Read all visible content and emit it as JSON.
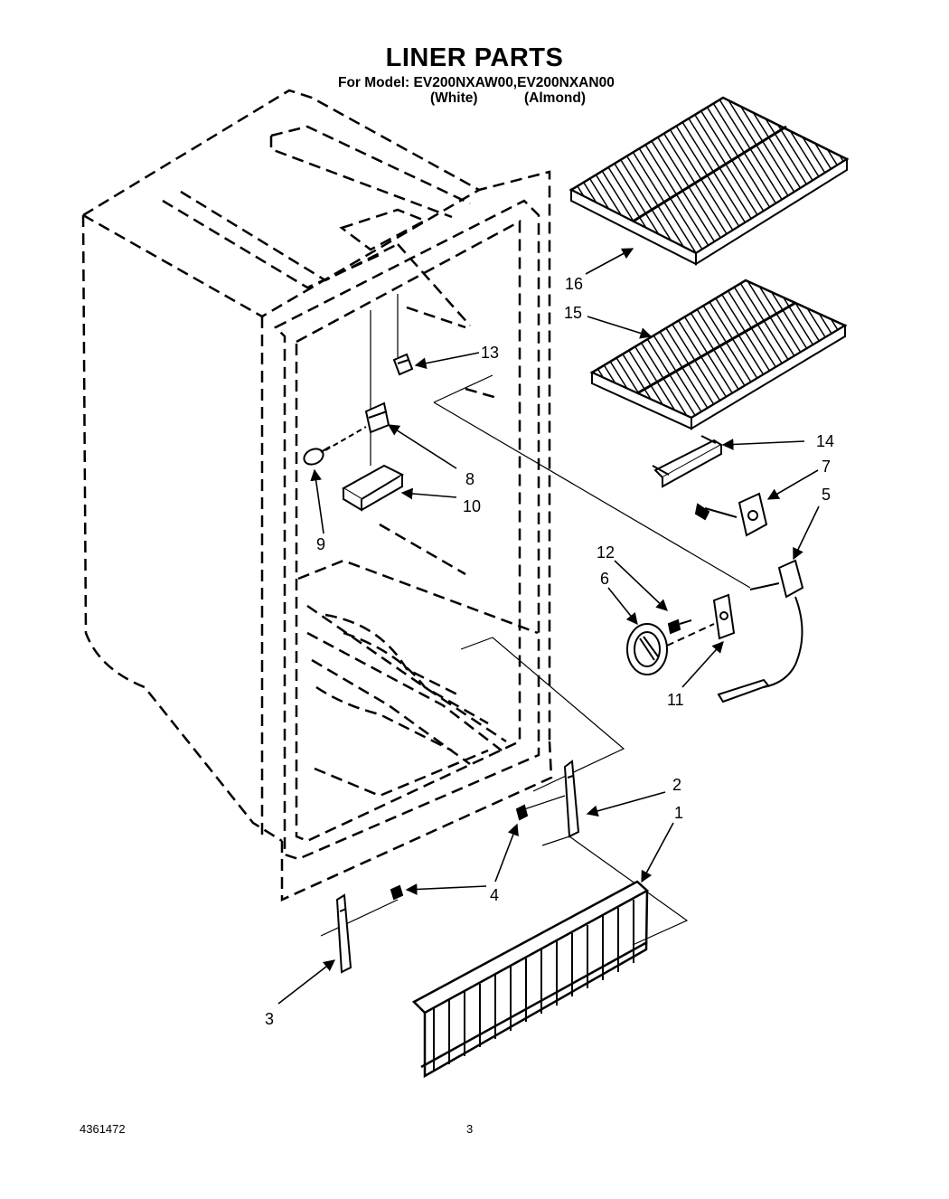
{
  "header": {
    "title": "LINER PARTS",
    "model_prefix": "For Model:",
    "models": "EV200NXAW00,EV200NXAN00",
    "variant_white": "(White)",
    "variant_almond": "(Almond)"
  },
  "callouts": [
    "1",
    "2",
    "3",
    "4",
    "5",
    "6",
    "7",
    "8",
    "9",
    "10",
    "11",
    "12",
    "13",
    "14",
    "15",
    "16"
  ],
  "footer": {
    "document_number": "4361472",
    "page_number": "3"
  }
}
